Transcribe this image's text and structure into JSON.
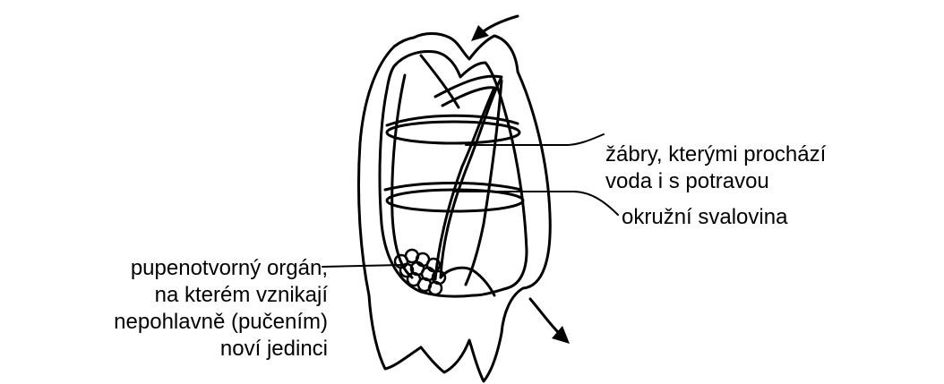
{
  "labels": {
    "gills": [
      "žábry, kterými prochází",
      "voda i s potravou"
    ],
    "muscle": "okružní svalovina",
    "bud_organ": [
      "pupenotvorný orgán,",
      "na kterém vznikají",
      "nepohlavně (pučením)",
      "noví jedinci"
    ]
  },
  "colors": {
    "ink": "#000000",
    "background": "#ffffff"
  }
}
